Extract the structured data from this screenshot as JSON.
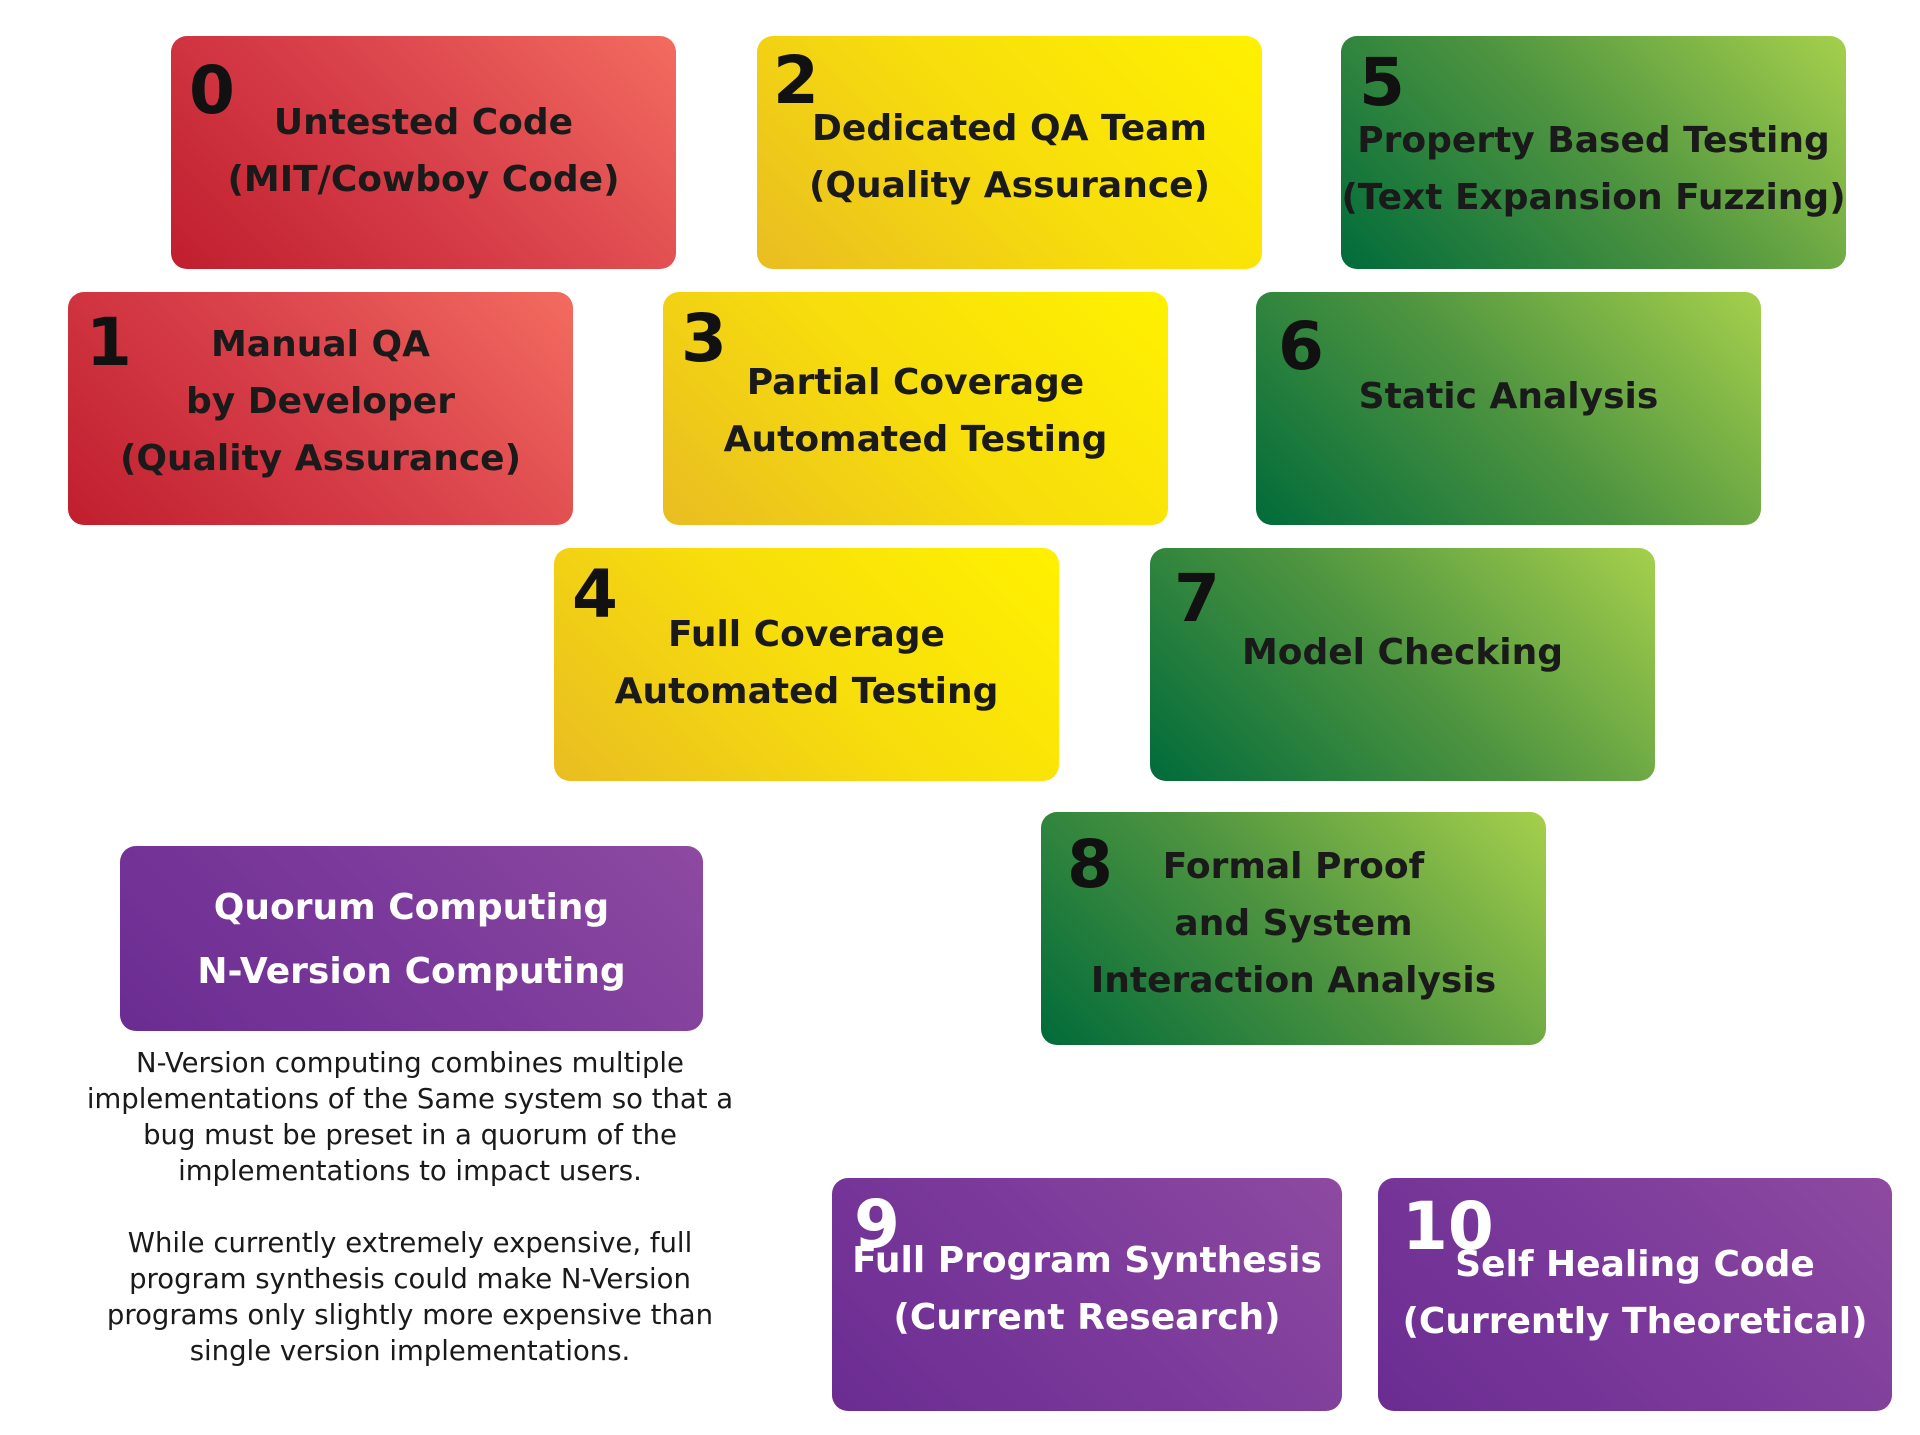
{
  "levels": [
    {
      "number": "0",
      "lines": [
        "Untested Code",
        "(MIT/Cowboy Code)"
      ]
    },
    {
      "number": "1",
      "lines": [
        "Manual QA",
        "by Developer",
        "(Quality Assurance)"
      ]
    },
    {
      "number": "2",
      "lines": [
        "Dedicated QA Team",
        "(Quality Assurance)"
      ]
    },
    {
      "number": "3",
      "lines": [
        "Partial Coverage",
        "Automated Testing"
      ]
    },
    {
      "number": "4",
      "lines": [
        "Full Coverage",
        "Automated Testing"
      ]
    },
    {
      "number": "5",
      "lines": [
        "Property Based Testing",
        "(Text Expansion Fuzzing)"
      ]
    },
    {
      "number": "6",
      "lines": [
        "Static Analysis"
      ]
    },
    {
      "number": "7",
      "lines": [
        "Model Checking"
      ]
    },
    {
      "number": "8",
      "lines": [
        "Formal Proof",
        "and System",
        "Interaction Analysis"
      ]
    },
    {
      "number": "9",
      "lines": [
        "Full Program Synthesis",
        "(Current Research)"
      ]
    },
    {
      "number": "10",
      "lines": [
        "Self Healing Code",
        "(Currently Theoretical)"
      ]
    }
  ],
  "quorum": {
    "lines": [
      "Quorum Computing",
      "N-Version Computing"
    ]
  },
  "description": {
    "paragraph1": "N-Version computing combines multiple implementations of the Same system so that a bug must be preset in a quorum of the implementations to impact users.",
    "paragraph2": "While currently extremely expensive, full program synthesis could make N-Version programs only slightly more expensive than single version implementations."
  },
  "colors": {
    "red": "#d8404a",
    "yellow": "#f7dd0c",
    "green": "#4e9440",
    "purple": "#7b3a9b"
  }
}
